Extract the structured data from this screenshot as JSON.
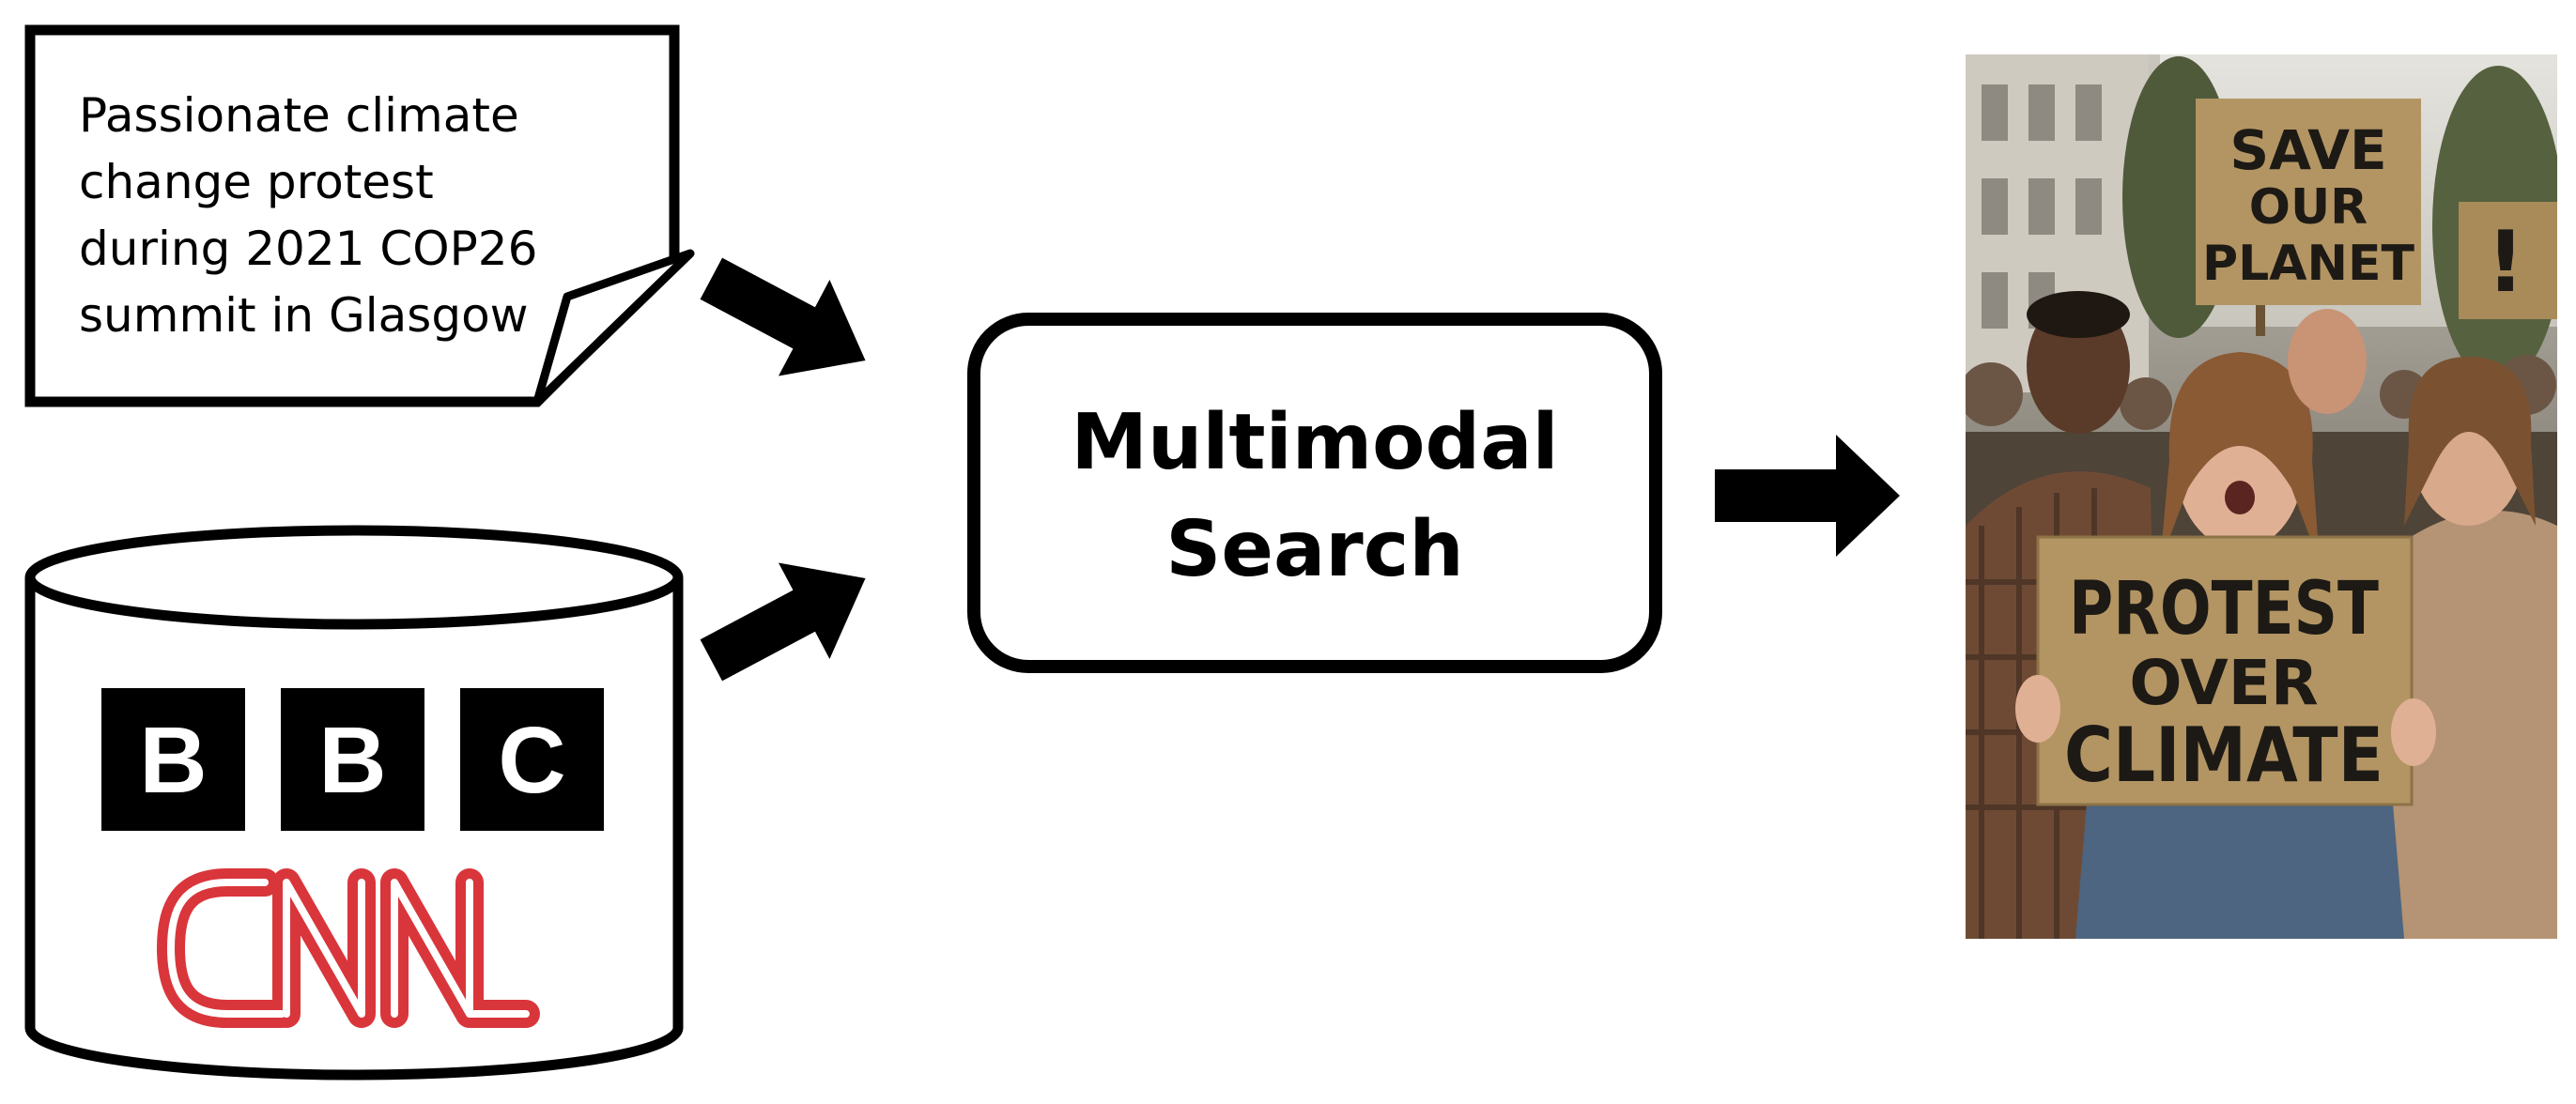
{
  "query": {
    "text": "Passionate climate\nchange protest\nduring 2021 COP26\nsummit in Glasgow"
  },
  "database": {
    "logos": {
      "bbc": [
        "B",
        "B",
        "C"
      ],
      "cnn": "CNN"
    }
  },
  "search_box": {
    "label": "Multimodal\nSearch"
  },
  "result_photo": {
    "signs": {
      "top": [
        "SAVE",
        "OUR",
        "PLANET"
      ],
      "front": [
        "PROTEST",
        "OVER",
        "CLIMATE"
      ],
      "side": "!"
    }
  },
  "colors": {
    "stroke": "#000000",
    "cnn_red": "#d9363b",
    "cardboard": "#b39563"
  }
}
